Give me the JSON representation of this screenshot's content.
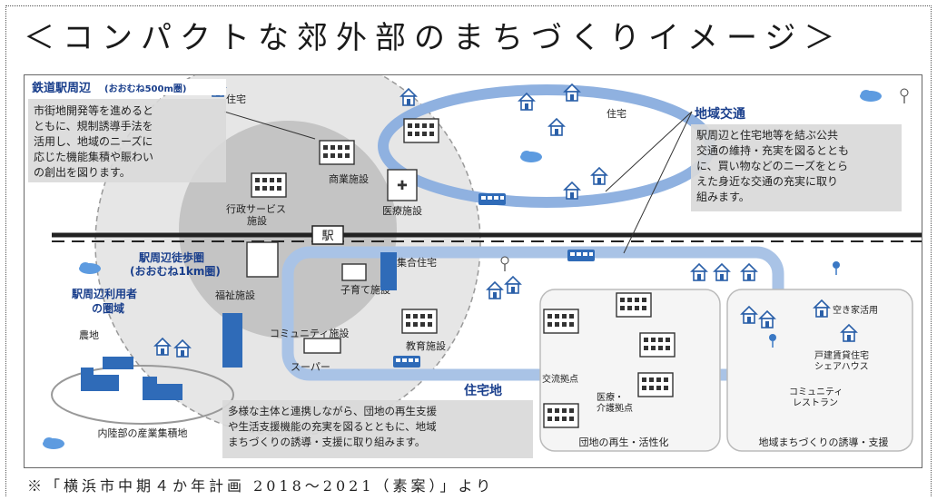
{
  "title": "＜コンパクトな郊外部のまちづくりイメージ＞",
  "source_note": "※「横浜市中期４か年計画 2018～2021（素案）」より",
  "boxes": {
    "station_area": {
      "heading": "鉄道駅周辺",
      "heading_sub": "(おおむね500m圏)",
      "lines": [
        "市街地開発等を進めると",
        "ともに、規制誘導手法を",
        "活用し、地域のニーズに",
        "応じた機能集積や賑わい",
        "の創出を図ります。"
      ]
    },
    "local_transport": {
      "heading": "地域交通",
      "lines": [
        "駅周辺と住宅地等を結ぶ公共",
        "交通の維持・充実を図るととも",
        "に、買い物などのニーズをとら",
        "えた身近な交通の充実に取り",
        "組みます。"
      ]
    },
    "residential": {
      "heading": "住宅地",
      "lines": [
        "多様な主体と連携しながら、団地の再生支援",
        "や生活支援機能の充実を図るとともに、地域",
        "まちづくりの誘導・支援に取り組みます。"
      ]
    }
  },
  "labels": {
    "station": "駅",
    "walk_area_1": "駅周辺徒歩圏",
    "walk_area_2": "(おおむね1km圏)",
    "user_area_1": "駅周辺利用者",
    "user_area_2": "の圏域",
    "commercial": "商業施設",
    "admin_1": "行政サービス",
    "admin_2": "施設",
    "medical": "医療施設",
    "welfare": "福祉施設",
    "childcare": "子育て施設",
    "community": "コミュニティ施設",
    "supermarket": "スーパー",
    "education": "教育施設",
    "apartment": "集合住宅",
    "house_1": "住宅",
    "house_2": "住宅",
    "farmland": "農地",
    "industry": "内陸部の産業集積地",
    "exchange": "交流拠点",
    "care_1": "医療・",
    "care_2": "介護拠点",
    "vacant": "空き家活用",
    "share_1": "戸建賃貸住宅",
    "share_2": "シェアハウス",
    "comm_rest_1": "コミュニティ",
    "comm_rest_2": "レストラン",
    "danchi": "団地の再生・活性化",
    "local_dev": "地域まちづくりの誘導・支援"
  },
  "colors": {
    "ring_blue": "#7ea6d6",
    "road_blue": "#a9c3e6",
    "gray_circle": "#bdbdbd",
    "dark_circle": "#8e8e8e",
    "building_blue": "#3a78c4",
    "heading_blue": "#1a3f8c",
    "rail": "#222222"
  },
  "icons": [
    "house-icon",
    "tree-icon",
    "bus-icon",
    "building-icon",
    "cloud-icon",
    "factory-icon"
  ]
}
